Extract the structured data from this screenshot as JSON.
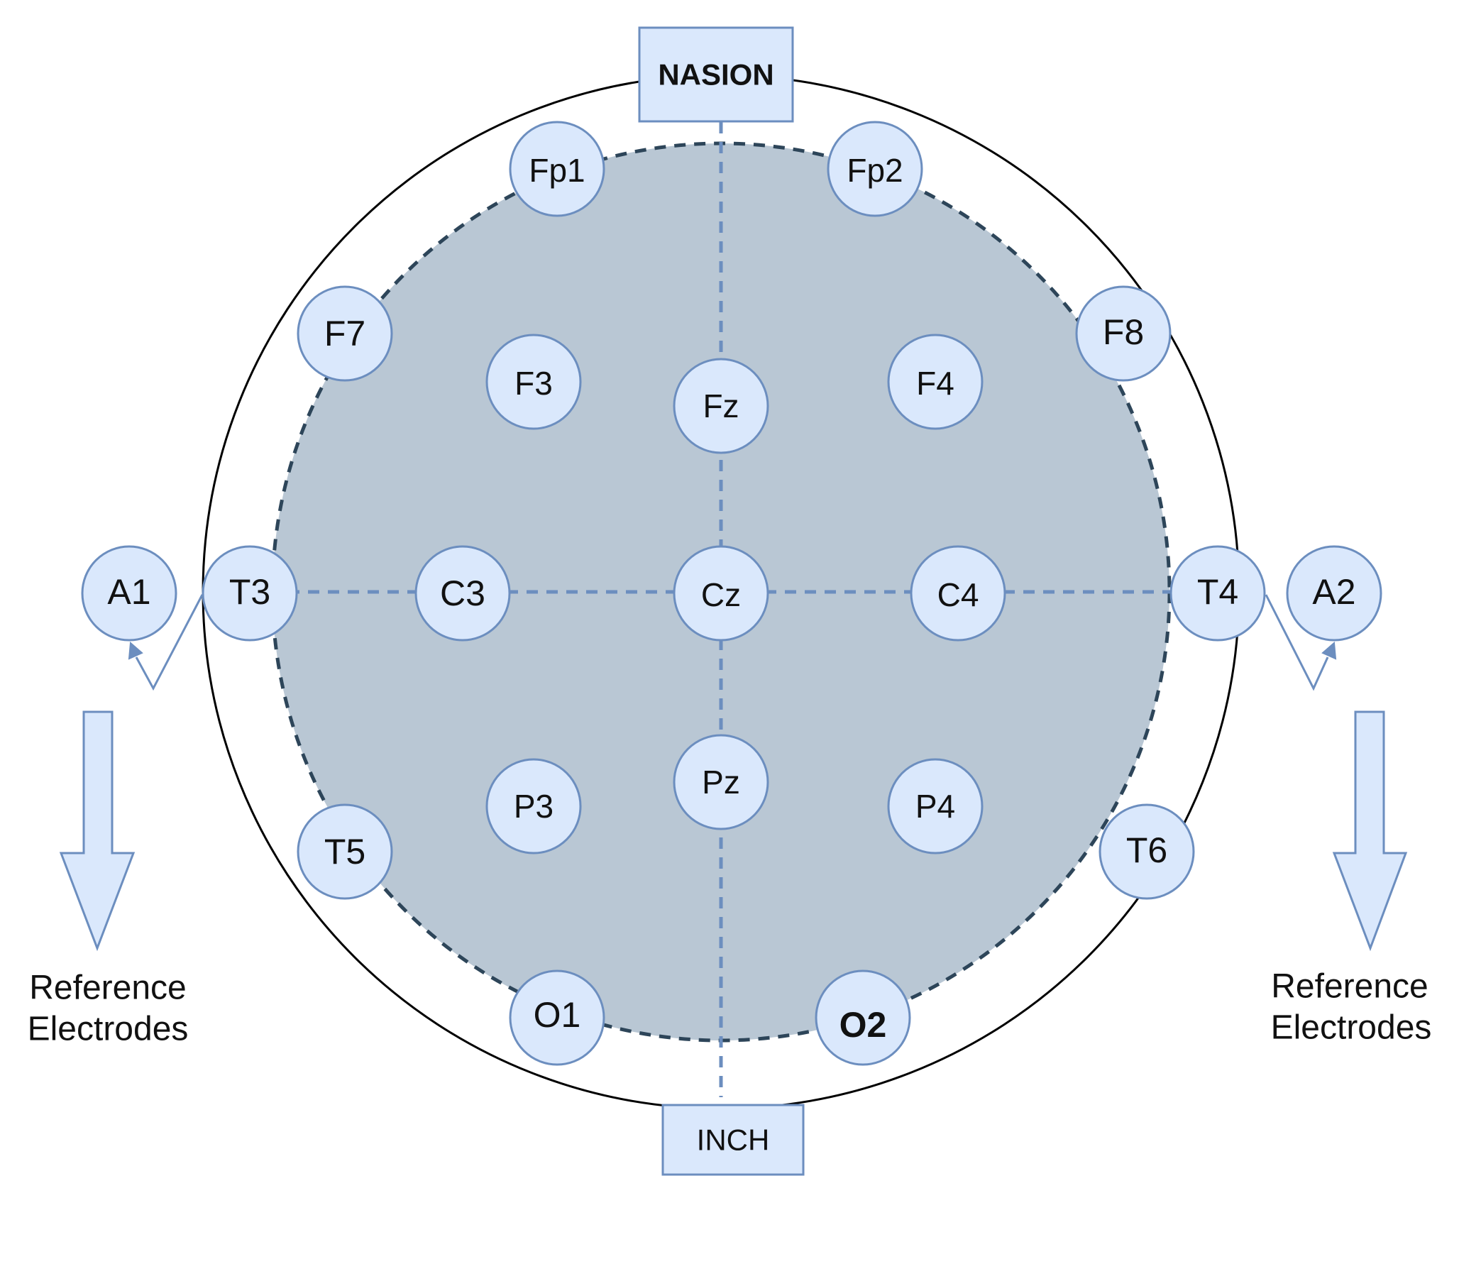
{
  "colors": {
    "electrode_fill": "#dae8fc",
    "electrode_stroke": "#6c8ebf",
    "head_fill": "#b9c7d4",
    "head_dash": "#2d4559",
    "outline": "#000000"
  },
  "landmarks": {
    "nasion": "NASION",
    "inion": "INCH"
  },
  "electrodes": {
    "Fp1": "Fp1",
    "Fp2": "Fp2",
    "F7": "F7",
    "F3": "F3",
    "Fz": "Fz",
    "F4": "F4",
    "F8": "F8",
    "A1": "A1",
    "T3": "T3",
    "C3": "C3",
    "Cz": "Cz",
    "C4": "C4",
    "T4": "T4",
    "A2": "A2",
    "T5": "T5",
    "P3": "P3",
    "Pz": "Pz",
    "P4": "P4",
    "T6": "T6",
    "O1": "O1",
    "O2": "O2"
  },
  "reference_left": {
    "line1": "Reference",
    "line2": "Electrodes"
  },
  "reference_right": {
    "line1": "Reference",
    "line2": "Electrodes"
  }
}
